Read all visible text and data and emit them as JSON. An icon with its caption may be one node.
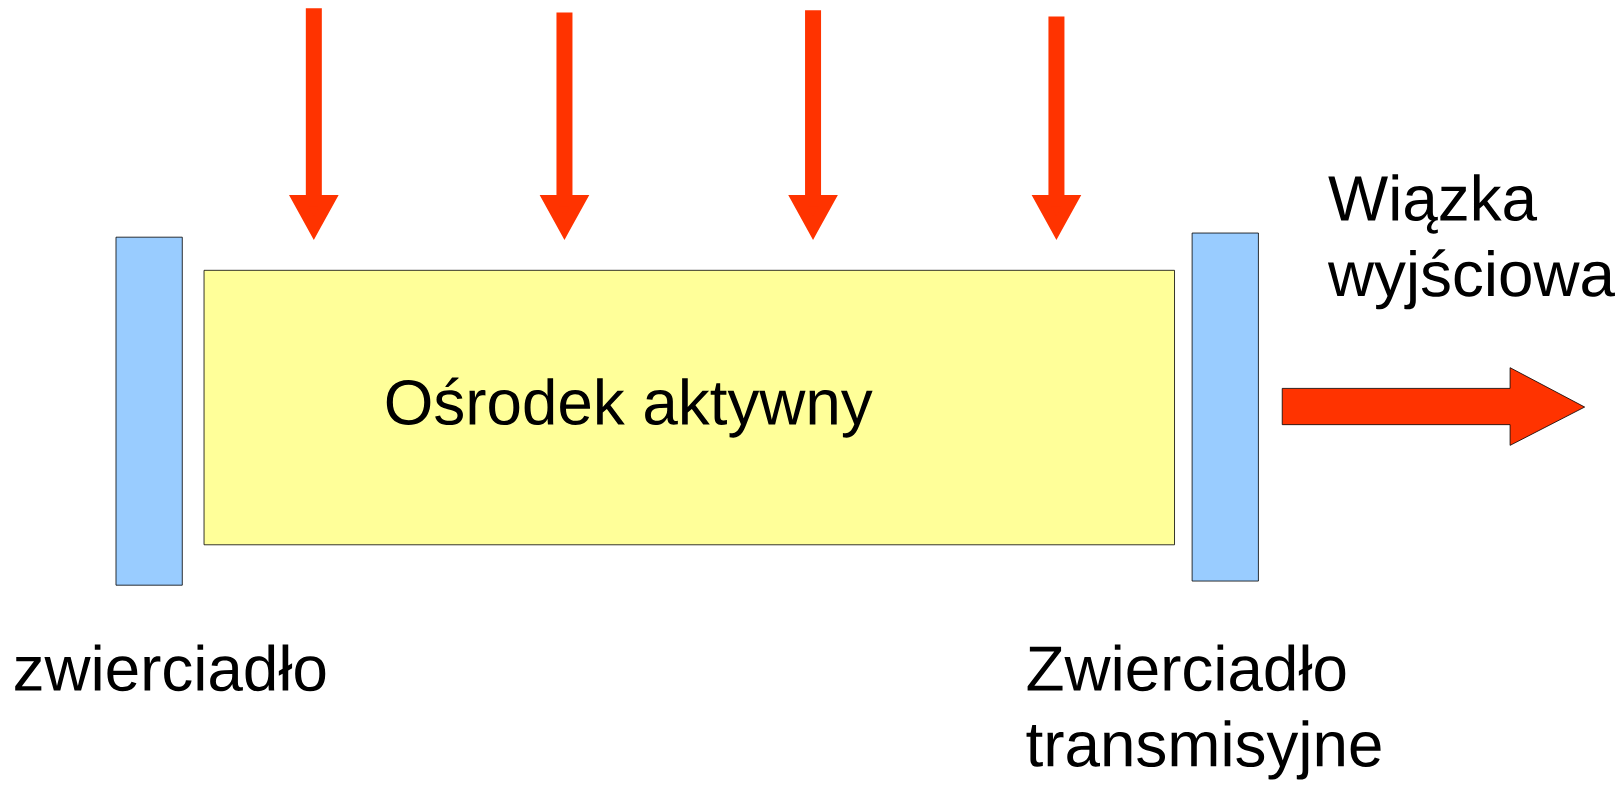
{
  "diagram": {
    "nodes": [
      {
        "text": [],
        "shape": "box",
        "beside": [
          "zwierciadło"
        ]
      },
      {
        "text": [
          "Ośrodek aktywny"
        ]
      },
      {
        "text": [],
        "shape": "box",
        "beside": [
          "Zwierciadło transmisyjne"
        ]
      }
    ],
    "edges": [
      {
        "from": null,
        "to": 1,
        "arrow": "to"
      },
      {
        "from": null,
        "to": 1,
        "arrow": "to"
      },
      {
        "from": null,
        "to": 1,
        "arrow": "to"
      },
      {
        "from": null,
        "to": 1,
        "arrow": "to"
      }
    ],
    "labels": [
      "Wiązka wyjściowa"
    ]
  }
}
